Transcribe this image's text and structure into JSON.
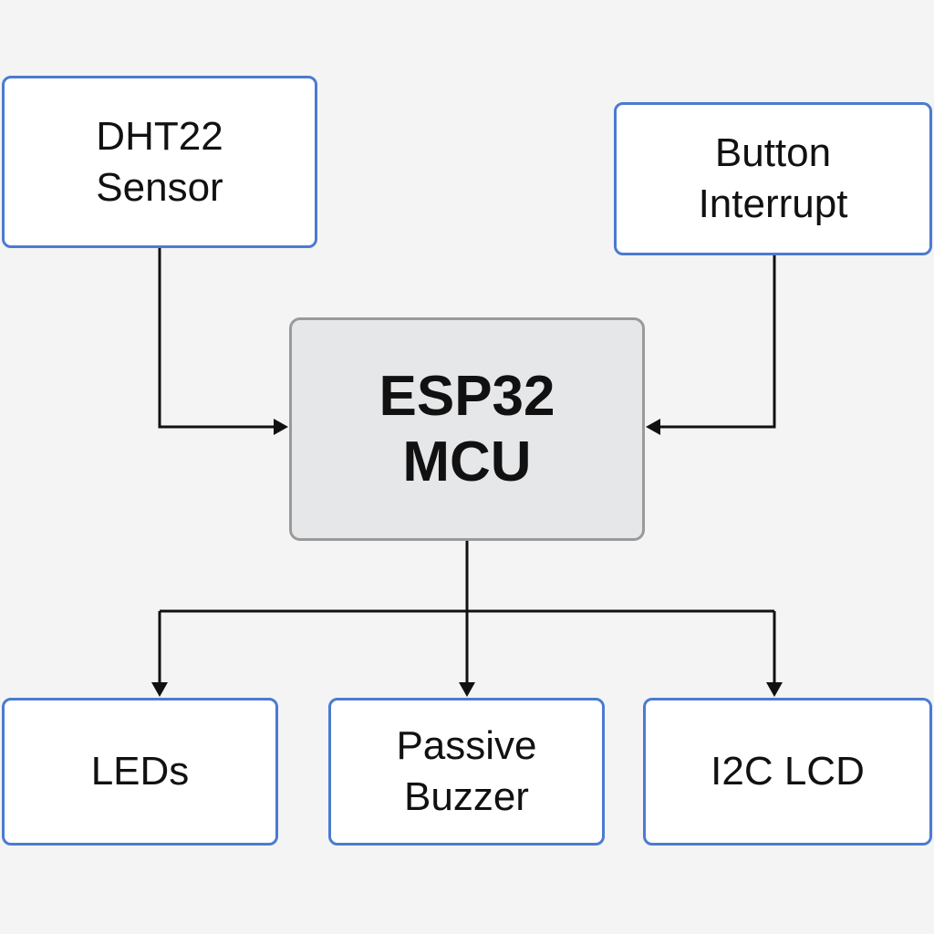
{
  "diagram": {
    "nodes": {
      "sensor": {
        "label": "DHT22\nSensor"
      },
      "button": {
        "label": "Button\nInterrupt"
      },
      "mcu": {
        "label": "ESP32\nMCU"
      },
      "leds": {
        "label": "LEDs"
      },
      "buzzer": {
        "label": "Passive\nBuzzer"
      },
      "lcd": {
        "label": "I2C LCD"
      }
    },
    "edges": [
      {
        "from": "sensor",
        "to": "mcu"
      },
      {
        "from": "button",
        "to": "mcu"
      },
      {
        "from": "mcu",
        "to": "leds"
      },
      {
        "from": "mcu",
        "to": "buzzer"
      },
      {
        "from": "mcu",
        "to": "lcd"
      }
    ]
  }
}
